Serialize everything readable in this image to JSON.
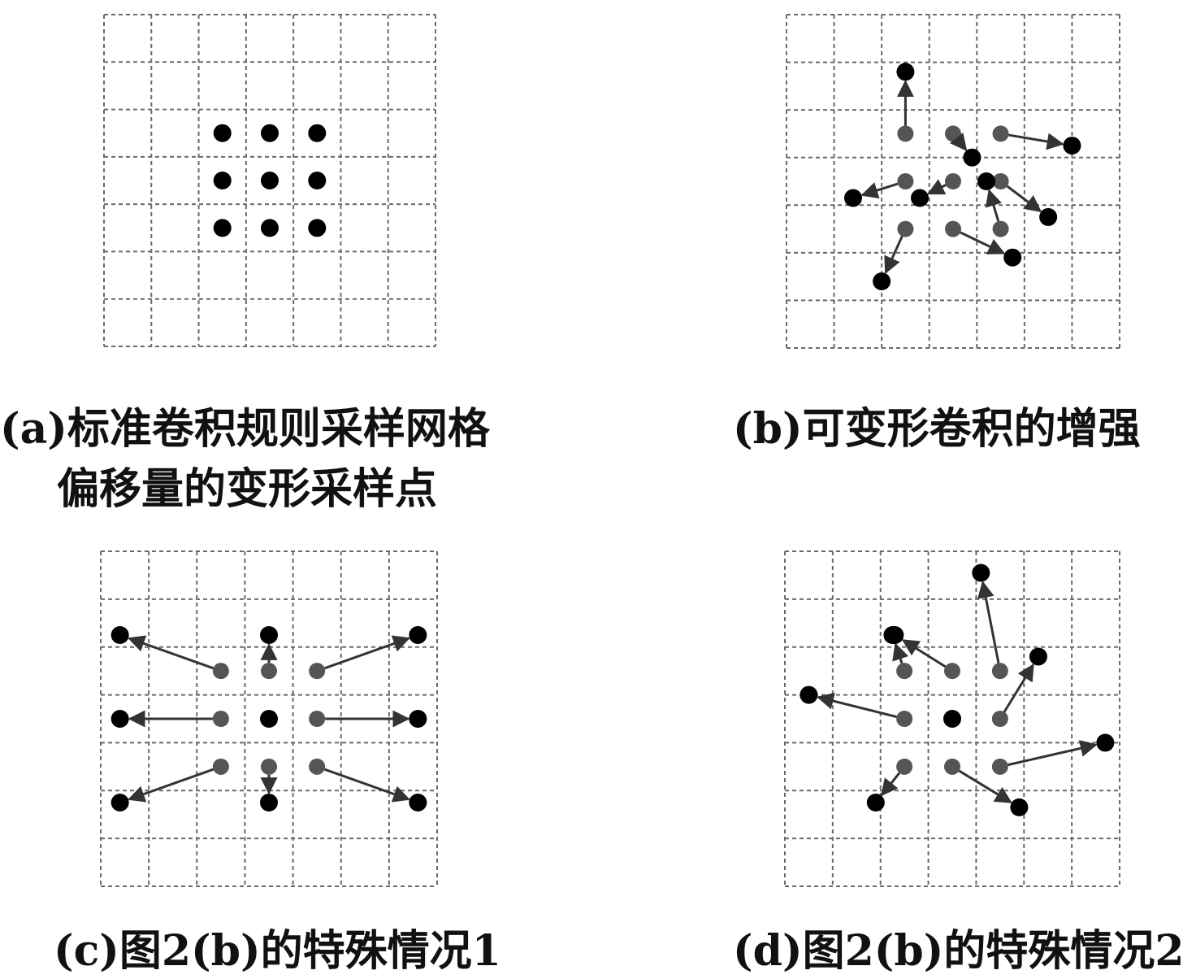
{
  "captions": {
    "a_line1": "(a)标准卷积规则采样网格",
    "a_line2": "偏移量的变形采样点",
    "b": "(b)可变形卷积的增强",
    "c": "(c)图2(b)的特殊情况1",
    "d": "(d)图2(b)的特殊情况2"
  },
  "colors": {
    "grid_line": "#6a6a6a",
    "original_point": "#555555",
    "sampled_point": "#000000",
    "arrow": "#333333"
  },
  "panels": [
    {
      "id": "a",
      "grid_cells": 7,
      "regular_points": [
        [
          2,
          2
        ],
        [
          3,
          2
        ],
        [
          4,
          2
        ],
        [
          2,
          3
        ],
        [
          3,
          3
        ],
        [
          4,
          3
        ],
        [
          2,
          4
        ],
        [
          3,
          4
        ],
        [
          4,
          4
        ]
      ],
      "offsets": []
    },
    {
      "id": "b",
      "grid_cells": 7,
      "regular_points": [],
      "offsets": [
        {
          "from": [
            2.5,
            2.5
          ],
          "to": [
            2.5,
            1.2
          ]
        },
        {
          "from": [
            3.5,
            2.5
          ],
          "to": [
            3.9,
            3.0
          ]
        },
        {
          "from": [
            4.5,
            2.5
          ],
          "to": [
            6.0,
            2.75
          ]
        },
        {
          "from": [
            2.5,
            3.5
          ],
          "to": [
            1.4,
            3.85
          ]
        },
        {
          "from": [
            3.5,
            3.5
          ],
          "to": [
            2.8,
            3.85
          ]
        },
        {
          "from": [
            4.5,
            3.5
          ],
          "to": [
            5.5,
            4.25
          ]
        },
        {
          "from": [
            2.5,
            4.5
          ],
          "to": [
            2.0,
            5.6
          ]
        },
        {
          "from": [
            3.5,
            4.5
          ],
          "to": [
            4.75,
            5.1
          ]
        },
        {
          "from": [
            4.5,
            4.5
          ],
          "to": [
            4.2,
            3.5
          ]
        }
      ]
    },
    {
      "id": "c",
      "grid_cells": 7,
      "regular_points": [],
      "offsets": [
        {
          "from": [
            2.5,
            2.5
          ],
          "to": [
            0.4,
            1.75
          ]
        },
        {
          "from": [
            3.5,
            2.5
          ],
          "to": [
            3.5,
            1.75
          ]
        },
        {
          "from": [
            4.5,
            2.5
          ],
          "to": [
            6.6,
            1.75
          ]
        },
        {
          "from": [
            2.5,
            3.5
          ],
          "to": [
            0.4,
            3.5
          ]
        },
        {
          "from": [
            3.5,
            3.5
          ],
          "to": [
            3.5,
            3.5
          ]
        },
        {
          "from": [
            4.5,
            3.5
          ],
          "to": [
            6.6,
            3.5
          ]
        },
        {
          "from": [
            2.5,
            4.5
          ],
          "to": [
            0.4,
            5.25
          ]
        },
        {
          "from": [
            3.5,
            4.5
          ],
          "to": [
            3.5,
            5.25
          ]
        },
        {
          "from": [
            4.5,
            4.5
          ],
          "to": [
            6.6,
            5.25
          ]
        }
      ]
    },
    {
      "id": "d",
      "grid_cells": 7,
      "regular_points": [],
      "offsets": [
        {
          "from": [
            2.5,
            2.5
          ],
          "to": [
            2.25,
            1.75
          ]
        },
        {
          "from": [
            3.5,
            2.5
          ],
          "to": [
            2.3,
            1.75
          ]
        },
        {
          "from": [
            4.5,
            2.5
          ],
          "to": [
            4.1,
            0.45
          ]
        },
        {
          "from": [
            2.5,
            3.5
          ],
          "to": [
            0.5,
            3.0
          ]
        },
        {
          "from": [
            3.5,
            3.5
          ],
          "to": [
            3.5,
            3.5
          ]
        },
        {
          "from": [
            4.5,
            3.5
          ],
          "to": [
            5.3,
            2.2
          ]
        },
        {
          "from": [
            2.5,
            4.5
          ],
          "to": [
            1.9,
            5.25
          ]
        },
        {
          "from": [
            3.5,
            4.5
          ],
          "to": [
            4.9,
            5.35
          ]
        },
        {
          "from": [
            4.5,
            4.5
          ],
          "to": [
            6.7,
            4.0
          ]
        }
      ]
    }
  ]
}
